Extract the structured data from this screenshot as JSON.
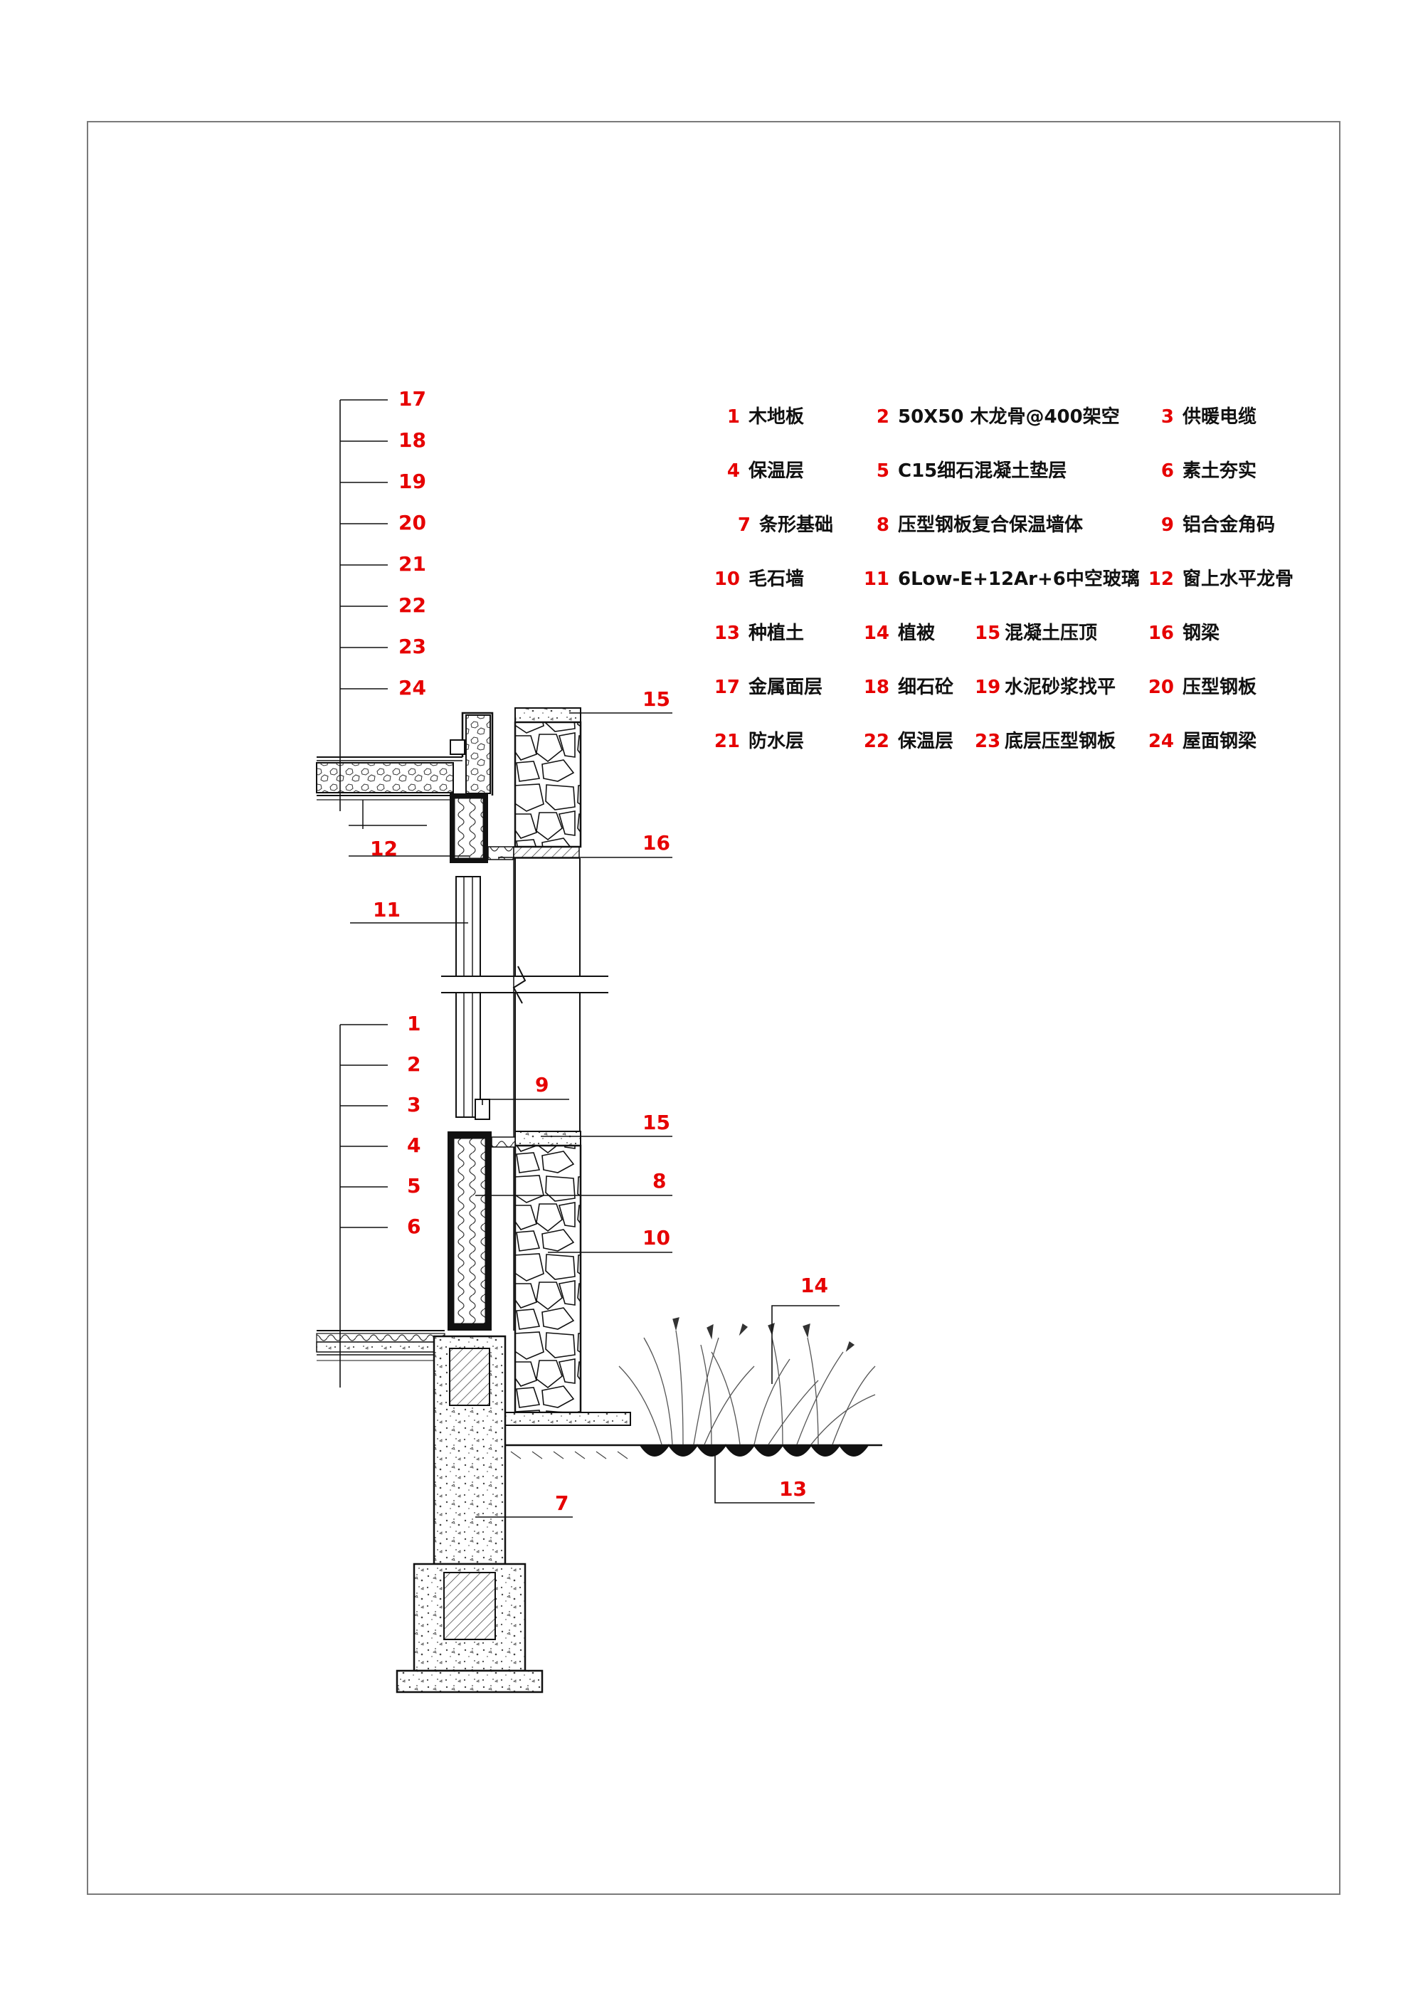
{
  "callouts": {
    "roof_group": [
      "17",
      "18",
      "19",
      "20",
      "21",
      "22",
      "23",
      "24"
    ],
    "floor_group": [
      "1",
      "2",
      "3",
      "4",
      "5",
      "6"
    ],
    "singles": {
      "c15_top": "15",
      "c16": "16",
      "c12": "12",
      "c11": "11",
      "c9": "9",
      "c15_mid": "15",
      "c8": "8",
      "c10": "10",
      "c14": "14",
      "c7": "7",
      "c13": "13"
    }
  },
  "legend": [
    [
      {
        "num": "1",
        "text": "木地板"
      },
      {
        "num": "2",
        "text": "50X50 木龙骨@400架空"
      },
      {
        "num": "3",
        "text": "供暖电缆"
      }
    ],
    [
      {
        "num": "4",
        "text": "保温层"
      },
      {
        "num": "5",
        "text": "C15细石混凝土垫层"
      },
      {
        "num": "6",
        "text": "素土夯实"
      }
    ],
    [
      {
        "num": "7",
        "text": "条形基础"
      },
      {
        "num": "8",
        "text": "压型钢板复合保温墙体"
      },
      {
        "num": "9",
        "text": "铝合金角码"
      }
    ],
    [
      {
        "num": "10",
        "text": "毛石墙"
      },
      {
        "num": "11",
        "text": "6Low-E+12Ar+6中空玻璃"
      },
      {
        "num": "12",
        "text": "窗上水平龙骨"
      }
    ],
    [
      {
        "num": "13",
        "text": "种植土"
      },
      {
        "num": "14",
        "text": "植被"
      },
      {
        "num": "15",
        "text": "混凝土压顶"
      },
      {
        "num": "16",
        "text": "钢梁"
      }
    ],
    [
      {
        "num": "17",
        "text": "金属面层"
      },
      {
        "num": "18",
        "text": "细石砼"
      },
      {
        "num": "19",
        "text": "水泥砂浆找平"
      },
      {
        "num": "20",
        "text": "压型钢板"
      }
    ],
    [
      {
        "num": "21",
        "text": "防水层"
      },
      {
        "num": "22",
        "text": "保温层"
      },
      {
        "num": "23",
        "text": "底层压型钢板"
      },
      {
        "num": "24",
        "text": "屋面钢梁"
      }
    ]
  ],
  "colors": {
    "callout": "#e60000",
    "line": "#1a1a1a",
    "frame": "#7a7a7a"
  }
}
